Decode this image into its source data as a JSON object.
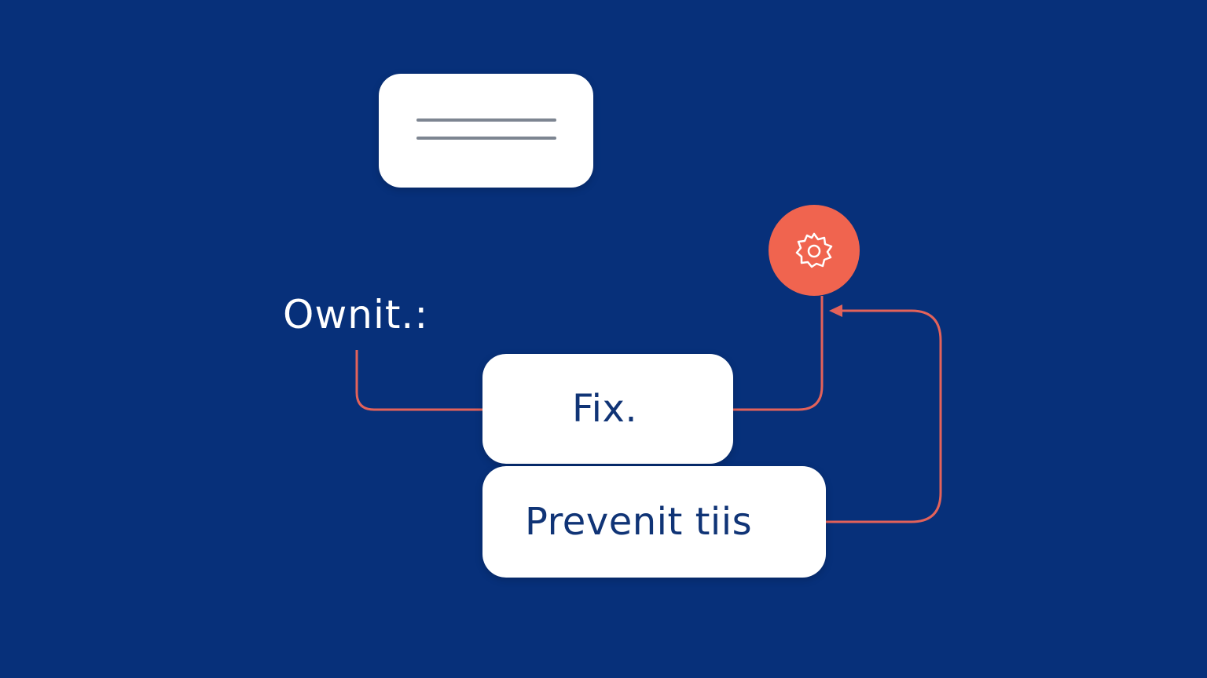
{
  "colors": {
    "background": "#07307a",
    "card": "#ffffff",
    "card_text": "#103476",
    "note_lines": "#7d8591",
    "connector": "#e3625a",
    "badge": "#f0644f",
    "owner_text": "#ffffff"
  },
  "note_card": {
    "icon": "text-lines-icon"
  },
  "owner_label": "Ownit.:",
  "steps": {
    "fix": "Fix.",
    "prevent": "Prevenit tiis"
  },
  "badge": {
    "icon": "gear-icon"
  }
}
